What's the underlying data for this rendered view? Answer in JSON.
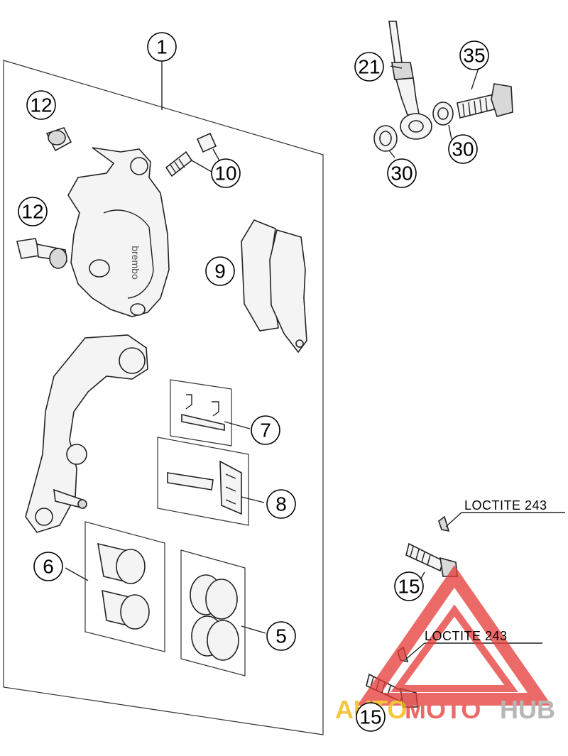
{
  "callouts": {
    "c1": "1",
    "c5": "5",
    "c6": "6",
    "c7": "7",
    "c8": "8",
    "c9": "9",
    "c10": "10",
    "c12a": "12",
    "c12b": "12",
    "c15a": "15",
    "c15b": "15",
    "c21": "21",
    "c30a": "30",
    "c30b": "30",
    "c35": "35"
  },
  "caliper_brand": "brembo",
  "notes": {
    "loctite_1": "LOCTITE 243",
    "loctite_2": "LOCTITE 243"
  },
  "watermark": {
    "part1": "AUTO",
    "part2": "MOTO",
    "part3": "HUB",
    "color_red": "#e53935",
    "color_yellow": "#f5b400",
    "color_gray": "#9e9e9e"
  }
}
